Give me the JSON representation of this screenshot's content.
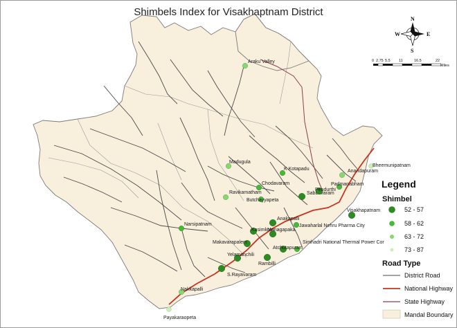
{
  "map": {
    "title": "Shimbels Index for Visakhaptnam District",
    "colors": {
      "land": "#f8efdc",
      "boundary": "#7a7a7a",
      "district_road": "#4a4a4a",
      "national_highway": "#c8321e",
      "state_highway": "#8a3f4a",
      "shimbel_52_57": "#2e8b22",
      "shimbel_58_62": "#46b83a",
      "shimbel_63_72": "#86d872",
      "shimbel_73_87": "#c9efb5"
    },
    "places": [
      {
        "name": "Araku Valley",
        "class": "63 - 72"
      },
      {
        "name": "Madugula",
        "class": "63 - 72"
      },
      {
        "name": "K Kotapadu",
        "class": "58 - 62"
      },
      {
        "name": "Bheemunipatnam",
        "class": "73 - 87"
      },
      {
        "name": "Anandapuram",
        "class": "63 - 72"
      },
      {
        "name": "Padmanabham",
        "class": "58 - 62"
      },
      {
        "name": "Chodavaram",
        "class": "58 - 62"
      },
      {
        "name": "Ravikamatham",
        "class": "63 - 72"
      },
      {
        "name": "Butchayyapeta",
        "class": "58 - 62"
      },
      {
        "name": "Sabbavaram",
        "class": "52 - 57"
      },
      {
        "name": "Pendurthi",
        "class": "52 - 57"
      },
      {
        "name": "Visakhapatnam",
        "class": "52 - 57"
      },
      {
        "name": "Narsipatnam",
        "class": "58 - 62"
      },
      {
        "name": "Anakapalli",
        "class": "52 - 57"
      },
      {
        "name": "Jawaharlal Nehru Pharma City",
        "class": "58 - 62"
      },
      {
        "name": "Kasimkota",
        "class": "52 - 57"
      },
      {
        "name": "Munagapaka",
        "class": "52 - 57"
      },
      {
        "name": "Makavarapalem",
        "class": "52 - 57"
      },
      {
        "name": "Simhadri National Thermal Power Cor",
        "class": "58 - 62"
      },
      {
        "name": "Atchutapuram",
        "class": "52 - 57"
      },
      {
        "name": "Yelamanchili",
        "class": "52 - 57"
      },
      {
        "name": "Rambilli",
        "class": "52 - 57"
      },
      {
        "name": "S.Rayavaram",
        "class": "52 - 57"
      },
      {
        "name": "Nakkapalli",
        "class": "63 - 72"
      },
      {
        "name": "Payakaraopeta",
        "class": "73 - 87"
      }
    ]
  },
  "compass": {
    "n": "N",
    "s": "S",
    "e": "E",
    "w": "W"
  },
  "scale": {
    "ticks": [
      "0",
      "2.75",
      "5.5",
      "11",
      "16.5",
      "22"
    ],
    "unit": "Miles"
  },
  "legend": {
    "title": "Legend",
    "shimbel_heading": "Shimbel",
    "shimbel_classes": [
      "52 - 57",
      "58 - 62",
      "63 - 72",
      "73 - 87"
    ],
    "road_heading": "Road Type",
    "road_types": [
      "District Road",
      "National Highway",
      "State Highway"
    ],
    "boundary_label": "Mandal Boundary"
  }
}
